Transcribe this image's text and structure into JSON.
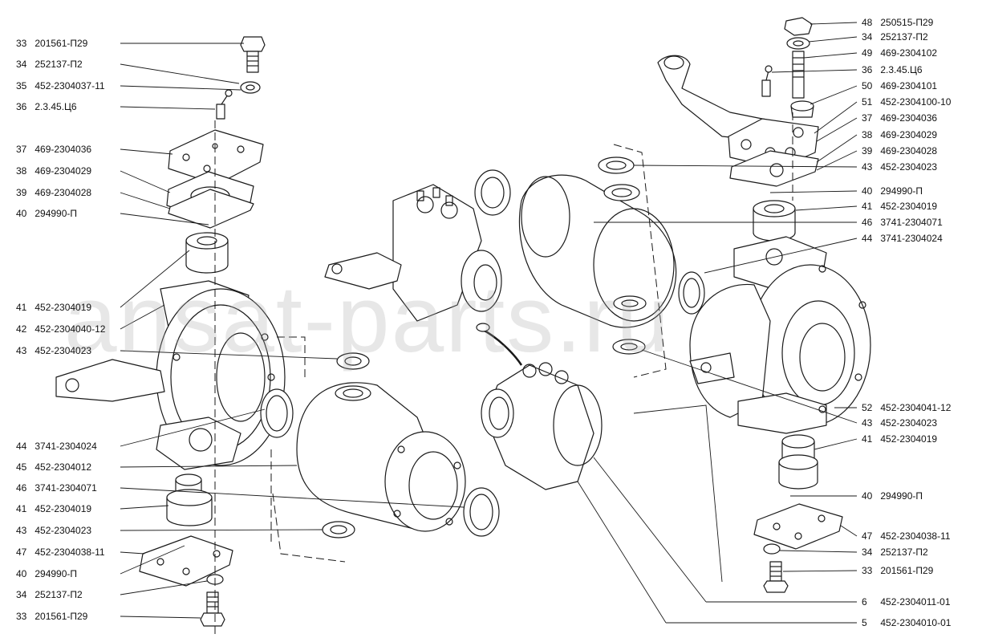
{
  "watermark": "ansat-parts.ru",
  "colors": {
    "line": "#1a1a1a",
    "ink": "#111111",
    "watermark": "#aaaaaa"
  },
  "labels_left": [
    {
      "num": "33",
      "code": "201561-П29"
    },
    {
      "num": "34",
      "code": "252137-П2"
    },
    {
      "num": "35",
      "code": "452-2304037-11"
    },
    {
      "num": "36",
      "code": "2.3.45.Ц6"
    },
    {
      "num": "37",
      "code": "469-2304036"
    },
    {
      "num": "38",
      "code": "469-2304029"
    },
    {
      "num": "39",
      "code": "469-2304028"
    },
    {
      "num": "40",
      "code": "294990-П"
    },
    {
      "num": "41",
      "code": "452-2304019"
    },
    {
      "num": "42",
      "code": "452-2304040-12"
    },
    {
      "num": "43",
      "code": "452-2304023"
    },
    {
      "num": "44",
      "code": "3741-2304024"
    },
    {
      "num": "45",
      "code": "452-2304012"
    },
    {
      "num": "46",
      "code": "3741-2304071"
    },
    {
      "num": "41",
      "code": "452-2304019"
    },
    {
      "num": "43",
      "code": "452-2304023"
    },
    {
      "num": "47",
      "code": "452-2304038-11"
    },
    {
      "num": "40",
      "code": "294990-П"
    },
    {
      "num": "34",
      "code": "252137-П2"
    },
    {
      "num": "33",
      "code": "201561-П29"
    }
  ],
  "labels_right": [
    {
      "num": "48",
      "code": "250515-П29"
    },
    {
      "num": "34",
      "code": "252137-П2"
    },
    {
      "num": "49",
      "code": "469-2304102"
    },
    {
      "num": "36",
      "code": "2.3.45.Ц6"
    },
    {
      "num": "50",
      "code": "469-2304101"
    },
    {
      "num": "51",
      "code": "452-2304100-10"
    },
    {
      "num": "37",
      "code": "469-2304036"
    },
    {
      "num": "38",
      "code": "469-2304029"
    },
    {
      "num": "39",
      "code": "469-2304028"
    },
    {
      "num": "43",
      "code": "452-2304023"
    },
    {
      "num": "40",
      "code": "294990-П"
    },
    {
      "num": "41",
      "code": "452-2304019"
    },
    {
      "num": "46",
      "code": "3741-2304071"
    },
    {
      "num": "44",
      "code": "3741-2304024"
    },
    {
      "num": "52",
      "code": "452-2304041-12"
    },
    {
      "num": "43",
      "code": "452-2304023"
    },
    {
      "num": "41",
      "code": "452-2304019"
    },
    {
      "num": "40",
      "code": "294990-П"
    },
    {
      "num": "47",
      "code": "452-2304038-11"
    },
    {
      "num": "34",
      "code": "252137-П2"
    },
    {
      "num": "33",
      "code": "201561-П29"
    },
    {
      "num": "6",
      "code": "452-2304011-01"
    },
    {
      "num": "5",
      "code": "452-2304010-01"
    }
  ]
}
